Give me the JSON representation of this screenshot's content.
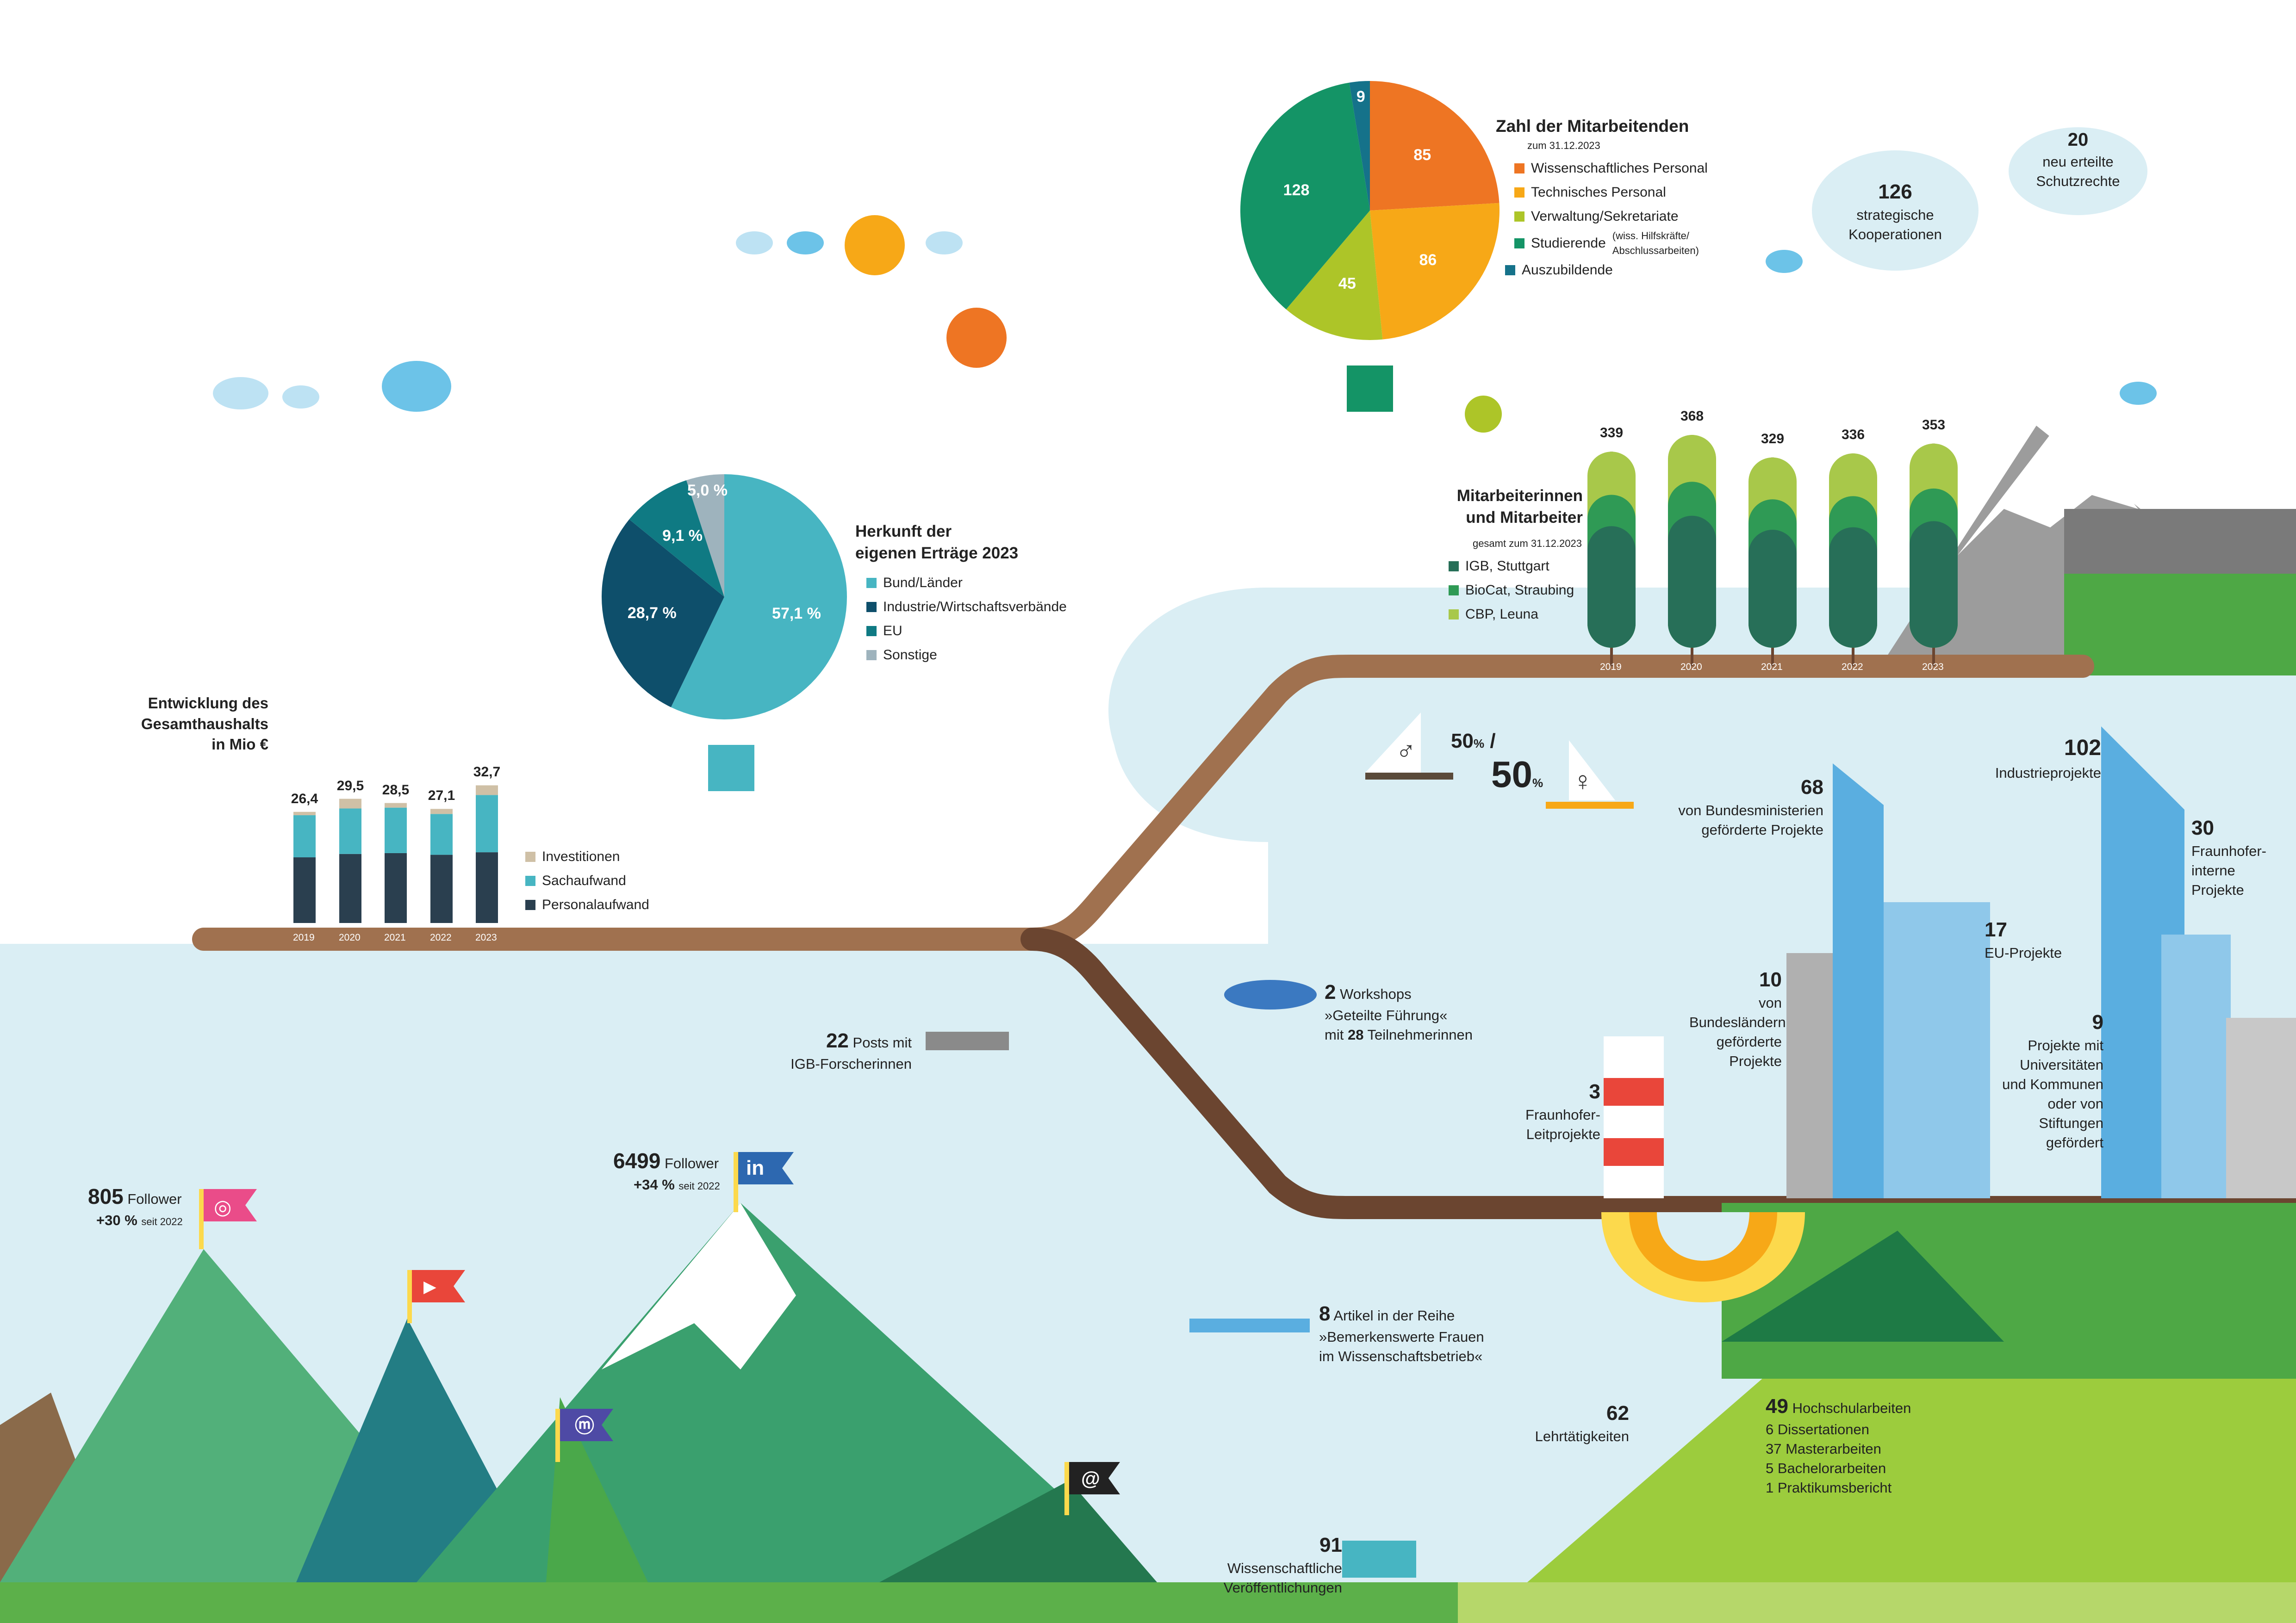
{
  "colors": {
    "sky": "#daeef4",
    "road": "#a0714f",
    "road_dark": "#6b4530",
    "grass": "#5cb04a",
    "mountain_green": "#3aa06e",
    "mountain_teal": "#237d84",
    "snow": "#ffffff",
    "cloud": "#6cc3e8"
  },
  "budget": {
    "title_lines": [
      "Entwicklung des",
      "Gesamthaushalts",
      "in Mio €"
    ]
  },
  "sources": {
    "title_lines": [
      "Herkunft der",
      "eigenen Erträge 2023"
    ]
  },
  "staff": {
    "title": "Zahl der Mitarbeitenden",
    "subtitle": "zum 31.12.2023",
    "legend_note": "(wiss. Hilfskräfte/ Abschlussarbeiten)"
  },
  "employees": {
    "title_lines": [
      "Mitarbeiterinnen",
      "und Mitarbeiter"
    ],
    "subtitle": "gesamt zum 31.12.2023"
  },
  "chart_data": [
    {
      "type": "bar",
      "stacked": true,
      "title": "Entwicklung des Gesamthaushalts in Mio €",
      "categories": [
        "2019",
        "2020",
        "2021",
        "2022",
        "2023"
      ],
      "totals": [
        "26,4",
        "29,5",
        "28,5",
        "27,1",
        "32,7"
      ],
      "series": [
        {
          "name": "Personalaufwand",
          "color": "#2a3f4f",
          "values": [
            15.6,
            16.4,
            16.6,
            16.2,
            16.8
          ]
        },
        {
          "name": "Sachaufwand",
          "color": "#47b5c2",
          "values": [
            10.0,
            10.8,
            10.8,
            9.7,
            13.6
          ]
        },
        {
          "name": "Investitionen",
          "color": "#cfc0a6",
          "values": [
            0.8,
            2.3,
            1.1,
            1.2,
            2.3
          ]
        }
      ]
    },
    {
      "type": "pie",
      "title": "Herkunft der eigenen Erträge 2023",
      "slices": [
        {
          "name": "Bund/Länder",
          "value": 57.1,
          "label": "57,1 %",
          "color": "#47b5c2"
        },
        {
          "name": "Industrie/Wirtschaftsverbände",
          "value": 28.7,
          "label": "28,7 %",
          "color": "#0e4f6b"
        },
        {
          "name": "EU",
          "value": 9.1,
          "label": "9,1 %",
          "color": "#0f7a83"
        },
        {
          "name": "Sonstige",
          "value": 5.0,
          "label": "5,0 %",
          "color": "#9eb3bd"
        }
      ]
    },
    {
      "type": "pie",
      "title": "Zahl der Mitarbeitenden",
      "slices": [
        {
          "name": "Wissenschaftliches Personal",
          "value": 85,
          "label": "85",
          "color": "#ee7523"
        },
        {
          "name": "Technisches Personal",
          "value": 86,
          "label": "86",
          "color": "#f7a817"
        },
        {
          "name": "Verwaltung/Sekretariate",
          "value": 45,
          "label": "45",
          "color": "#adc528"
        },
        {
          "name": "Studierende",
          "value": 128,
          "label": "128",
          "color": "#149466"
        },
        {
          "name": "Auszubildende",
          "value": 9,
          "label": "9",
          "color": "#15728a"
        }
      ]
    },
    {
      "type": "bar",
      "title": "Mitarbeiterinnen und Mitarbeiter",
      "categories": [
        "2019",
        "2020",
        "2021",
        "2022",
        "2023"
      ],
      "totals": [
        "339",
        "368",
        "329",
        "336",
        "353"
      ],
      "series": [
        {
          "name": "IGB, Stuttgart",
          "color": "#276f58"
        },
        {
          "name": "BioCat, Straubing",
          "color": "#2f9a55"
        },
        {
          "name": "CBP, Leuna",
          "color": "#a8c84a"
        }
      ]
    }
  ],
  "stats": {
    "cooperations": {
      "value": "126",
      "line1": "strategische",
      "line2": "Kooperationen"
    },
    "patents": {
      "value": "20",
      "line1": "neu erteilte",
      "line2": "Schutzrechte"
    },
    "gender": {
      "male_value": "50",
      "male_unit": "%",
      "slash": "/",
      "female_value": "50",
      "female_unit": "%"
    },
    "federal_projects": {
      "value": "68",
      "line1": "von Bundesministerien",
      "line2": "geförderte Projekte"
    },
    "industry_projects": {
      "value": "102",
      "line1": "Industrieprojekte"
    },
    "internal_projects": {
      "value": "30",
      "lines": [
        "Fraunhofer-",
        "interne",
        "Projekte"
      ]
    },
    "eu_projects": {
      "value": "17",
      "line1": "EU-Projekte"
    },
    "state_projects": {
      "value": "10",
      "lines": [
        "von",
        "Bundesländern",
        "geförderte",
        "Projekte"
      ]
    },
    "university_projects": {
      "value": "9",
      "lines": [
        "Projekte mit",
        "Universitäten",
        "und Kommunen",
        "oder von",
        "Stiftungen",
        "gefördert"
      ]
    },
    "lead_projects": {
      "value": "3",
      "lines": [
        "Fraunhofer-",
        "Leitprojekte"
      ]
    },
    "workshops": {
      "value": "2",
      "word": "Workshops",
      "line2": "»Geteilte Führung«",
      "line3_pre": "mit",
      "line3_num": "28",
      "line3_post": "Teilnehmerinnen"
    },
    "posts": {
      "value": "22",
      "word": "Posts mit",
      "line2": "IGB-Forscherinnen"
    },
    "articles": {
      "value": "8",
      "word": "Artikel in der Reihe",
      "line2": "»Bemerkenswerte Frauen",
      "line3": "im Wissenschaftsbetrieb«"
    },
    "teaching": {
      "value": "62",
      "line1": "Lehrtätigkeiten"
    },
    "theses": {
      "value": "49",
      "word": "Hochschularbeiten",
      "lines": [
        "6 Dissertationen",
        "37 Masterarbeiten",
        "5 Bachelorarbeiten",
        "1 Praktikumsbericht"
      ]
    },
    "publications": {
      "value": "91",
      "line1": "Wissenschaftliche",
      "line2": "Veröffentlichungen"
    },
    "instagram": {
      "value": "805",
      "word": "Follower",
      "growth": "+30 %",
      "since": "seit 2022"
    },
    "linkedin": {
      "value": "6499",
      "word": "Follower",
      "growth": "+34 %",
      "since": "seit 2022",
      "logo": "in"
    }
  },
  "icons": [
    "male-symbol-icon",
    "female-symbol-icon",
    "instagram-icon",
    "linkedin-icon",
    "youtube-icon",
    "mastodon-icon",
    "threads-icon"
  ]
}
